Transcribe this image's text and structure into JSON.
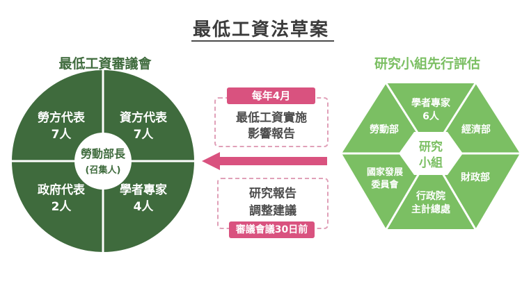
{
  "title": "最低工資法草案",
  "left_group": {
    "heading": "最低工資審議會",
    "quadrants": [
      {
        "line1": "勞方代表",
        "line2": "7人"
      },
      {
        "line1": "資方代表",
        "line2": "7人"
      },
      {
        "line1": "政府代表",
        "line2": "2人"
      },
      {
        "line1": "學者專家",
        "line2": "4人"
      }
    ],
    "center": {
      "line1": "勞動部長",
      "line2": "(召集人)"
    }
  },
  "right_group": {
    "heading": "研究小組先行評估",
    "segments": [
      {
        "line1": "學者專家",
        "line2": "6人"
      },
      {
        "line1": "經濟部",
        "line2": ""
      },
      {
        "line1": "財政部",
        "line2": ""
      },
      {
        "line1": "行政院",
        "line2": "主計總處"
      },
      {
        "line1": "國家發展",
        "line2": "委員會"
      },
      {
        "line1": "勞動部",
        "line2": ""
      }
    ],
    "center": {
      "line1": "研究",
      "line2": "小組"
    }
  },
  "middle": {
    "top_pill": "每年4月",
    "top_box": {
      "line1": "最低工資實施",
      "line2": "影響報告"
    },
    "bottom_box": {
      "line1": "研究報告",
      "line2": "調整建議"
    },
    "bottom_pill": "審議會議30日前"
  },
  "colors": {
    "dark_green": "#3f6b3d",
    "light_green": "#7bbf63",
    "pink": "#d9527f",
    "pink_light": "#e0a0b8"
  }
}
